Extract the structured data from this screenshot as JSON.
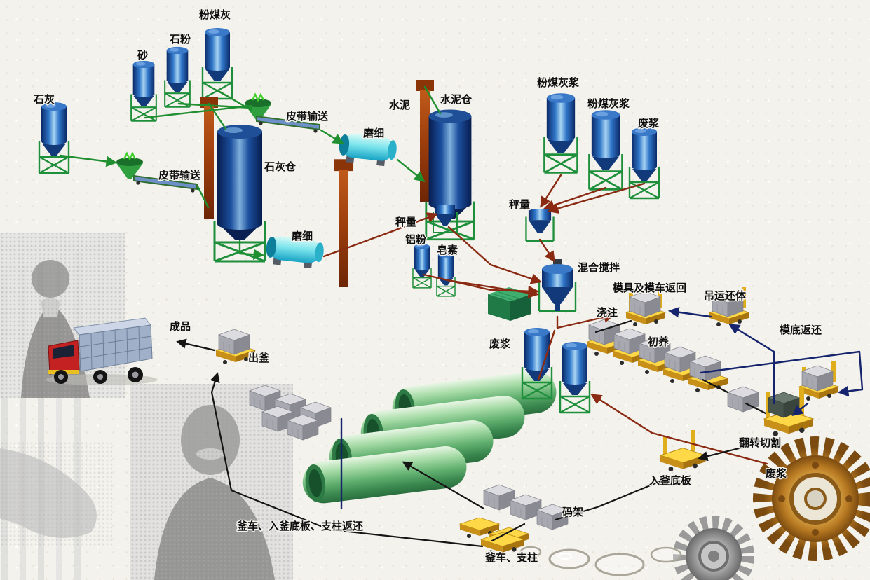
{
  "labels": {
    "lime": "石灰",
    "sand": "砂",
    "stone_powder": "石粉",
    "fly_ash": "粉煤灰",
    "belt_conveyor_top": "皮带输送",
    "belt_conveyor_left": "皮带输送",
    "lime_silo": "石灰仓",
    "grinding_top": "磨细",
    "grinding_bottom": "磨细",
    "cement": "水泥",
    "cement_silo": "水泥仓",
    "weighing_left": "秤量",
    "weighing_right": "秤量",
    "aluminum_powder": "铝粉",
    "saponin": "皂素",
    "mixing": "混合搅拌",
    "fly_ash_slurry_1": "粉煤灰浆",
    "fly_ash_slurry_2": "粉煤灰浆",
    "waste_slurry_top": "废浆",
    "waste_slurry_mid": "废浆",
    "waste_slurry_bottom": "废浆",
    "pouring": "浇注",
    "initial_curing": "初养",
    "mold_and_cart_return": "模具及模车返回",
    "crane_transfer": "吊运还体",
    "mold_bottom_return": "模底返还",
    "flip_cutting": "翻转切割",
    "autoclave_bottom_plate": "入釜底板",
    "stacking_rack": "码架",
    "cart_and_support": "釜车、支柱",
    "cart_plate_support_return": "釜车、入釜底板、支柱返还",
    "autoclave_out": "出釜",
    "finished_product": "成品"
  },
  "colors": {
    "tank_blue": "#1a4fa0",
    "frame_green": "#1e8f3a",
    "mill_cyan": "#49d4e4",
    "autoclave_green": "#5fae6e",
    "cart_yellow": "#eec229",
    "flow_red": "#8a2a12",
    "flow_blue": "#16246e",
    "flow_green": "#1f8f2f",
    "gear_gold": "#c8882a"
  }
}
